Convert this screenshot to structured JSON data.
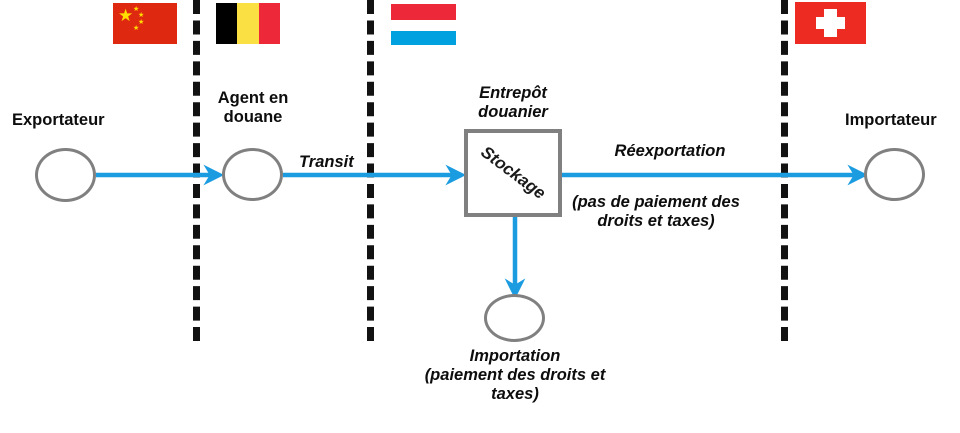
{
  "diagram": {
    "title": "Customs warehouse trade flow diagram",
    "accent_blue": "#1B9CE0",
    "node_stroke": "#808080",
    "border_color": "#121212"
  },
  "flags": [
    {
      "name": "china-flag",
      "country": "China",
      "colors": [
        "#DE2910",
        "#FFDE00"
      ]
    },
    {
      "name": "belgium-flag",
      "country": "Belgium",
      "colors": [
        "#000000",
        "#FAE042",
        "#ED2939"
      ]
    },
    {
      "name": "luxembourg-flag",
      "country": "Luxembourg",
      "colors": [
        "#ED2939",
        "#FFFFFF",
        "#00A1DE"
      ]
    },
    {
      "name": "switzerland-flag",
      "country": "Switzerland",
      "colors": [
        "#EE2B23",
        "#FFFFFF"
      ]
    }
  ],
  "nodes": {
    "exporter": {
      "label": "Exportateur",
      "shape": "circle"
    },
    "agent": {
      "label": "Agent en\ndouane",
      "shape": "circle"
    },
    "warehouse": {
      "label": "Entrepôt\ndouanier",
      "inner_label": "Stockage",
      "shape": "rect"
    },
    "importer": {
      "label": "Importateur",
      "shape": "circle"
    },
    "importation": {
      "label": "Importation\n(paiement des droits et\ntaxes)",
      "shape": "circle"
    }
  },
  "edges": {
    "exporter_to_agent": {
      "label": ""
    },
    "agent_to_warehouse": {
      "label": "Transit"
    },
    "warehouse_to_importer": {
      "label": "Réexportation",
      "sublabel": "(pas de paiement des\ndroits et taxes)"
    },
    "warehouse_to_importation": {
      "label": ""
    }
  }
}
